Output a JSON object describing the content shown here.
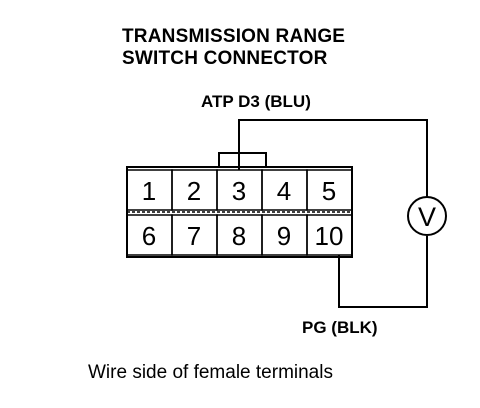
{
  "title_line1": "TRANSMISSION RANGE",
  "title_line2": "SWITCH CONNECTOR",
  "top_wire_label": "ATP D3 (BLU)",
  "bottom_wire_label": "PG (BLK)",
  "caption": "Wire side of female terminals",
  "pins_row1": [
    "1",
    "2",
    "3",
    "4",
    "5"
  ],
  "pins_row2": [
    "6",
    "7",
    "8",
    "9",
    "10"
  ],
  "meter_symbol": "V"
}
